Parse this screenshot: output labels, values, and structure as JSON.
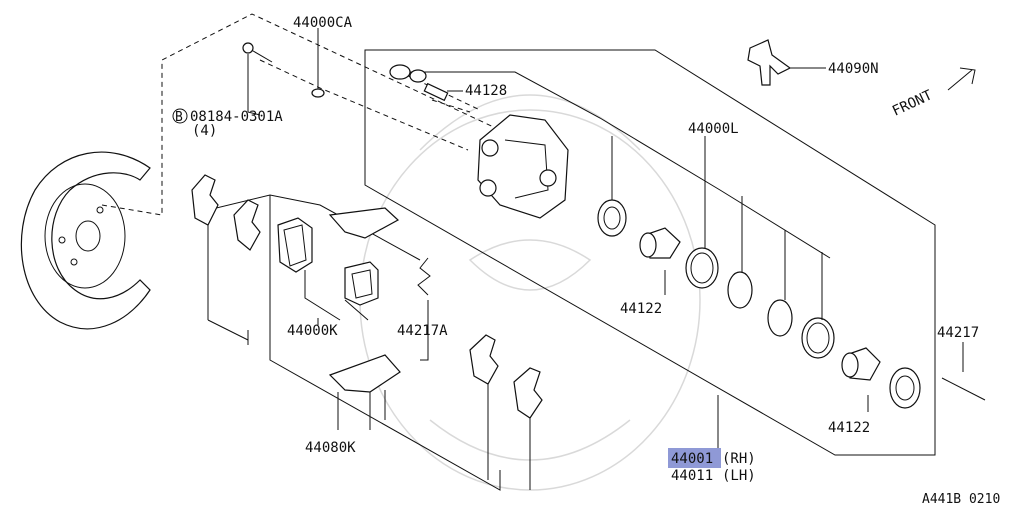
{
  "diagram": {
    "labels": {
      "p44000CA": "44000CA",
      "p08184": "08184-0301A",
      "p08184_bolt_glyph": "B",
      "p08184_qty": "(4)",
      "p44128": "44128",
      "p44090N": "44090N",
      "front": "FRONT",
      "p44000L": "44000L",
      "p44122_top": "44122",
      "p44122_bottom": "44122",
      "p44217": "44217",
      "p44000K": "44000K",
      "p44217A": "44217A",
      "p44080K": "44080K",
      "p44001": "44001",
      "p44001_side": "(RH)",
      "p44011": "44011",
      "p44011_side": "(LH)",
      "diagram_code": "A441B 0210"
    },
    "highlight_color": "#8f99d6"
  }
}
